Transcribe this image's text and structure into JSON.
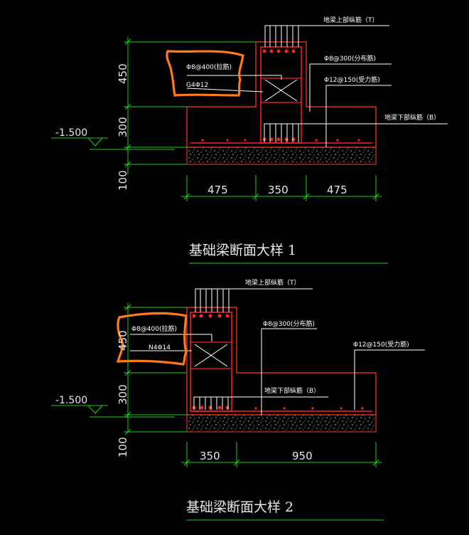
{
  "colors": {
    "background": "#000000",
    "concrete": "#ff3b1f",
    "rebar": "#ff2020",
    "dimension": "#19d419",
    "annotation": "#ffffff",
    "highlight": "#ff7a1a"
  },
  "detail1": {
    "title": "基础梁断面大样 1",
    "level": "-1.500",
    "heights": {
      "upper": "450",
      "lower": "300",
      "cushion": "100"
    },
    "widths": {
      "left": "475",
      "middle": "350",
      "right": "475"
    },
    "labels": {
      "top_rebar": "地梁上部纵筋（T）",
      "distribution": "Φ8@300(分布筋)",
      "main_rebar": "Φ12@150(受力筋)",
      "bottom_rebar": "地梁下部纵筋（B）",
      "stirrup": "Φ8@400(拉筋)",
      "side_rebar": "G4Φ12"
    }
  },
  "detail2": {
    "title": "基础梁断面大样 2",
    "level": "-1.500",
    "heights": {
      "upper": "450",
      "lower": "300",
      "cushion": "100"
    },
    "widths": {
      "left": "350",
      "right": "950"
    },
    "labels": {
      "top_rebar": "地梁上部纵筋（T）",
      "distribution": "Φ8@300(分布筋)",
      "main_rebar": "Φ12@150(受力筋)",
      "bottom_rebar": "地梁下部纵筋（B）",
      "stirrup": "Φ8@400(拉筋)",
      "side_rebar": "N4Φ14"
    }
  }
}
